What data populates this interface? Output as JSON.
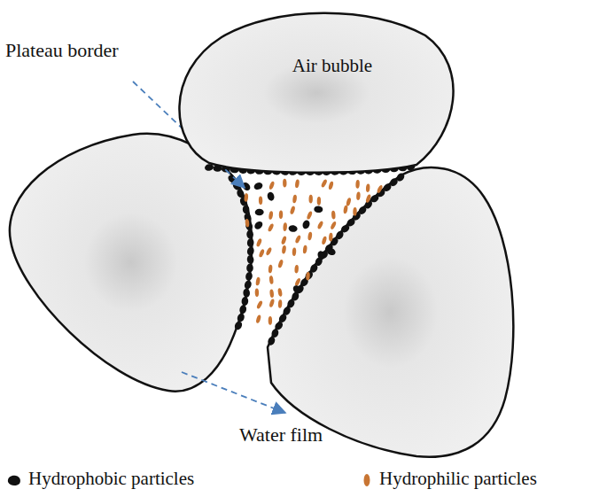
{
  "diagram": {
    "nodes": [
      {
        "text": [
          "Air bubble"
        ]
      }
    ],
    "labels": [
      "Plateau border",
      "Water film"
    ],
    "legend": [
      {
        "text": "Hydrophobic particles"
      },
      {
        "text": "Hydrophilic particles"
      }
    ]
  }
}
